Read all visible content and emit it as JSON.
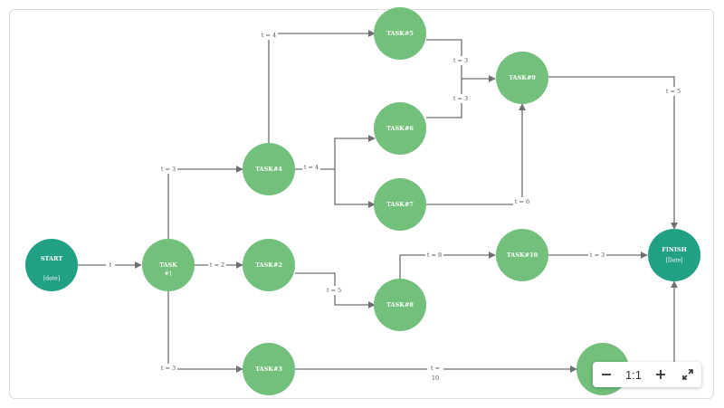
{
  "nodes": {
    "start": {
      "line1": "START",
      "line2": "[date]",
      "color": "#22a085"
    },
    "task1": {
      "line1": "TASK",
      "line2": "#1",
      "color": "#72c07b"
    },
    "task2": {
      "line1": "TASK#2",
      "color": "#72c07b"
    },
    "task3": {
      "line1": "TASK#3",
      "color": "#72c07b"
    },
    "task4": {
      "line1": "TASK#4",
      "color": "#72c07b"
    },
    "task5": {
      "line1": "TASK#5",
      "color": "#72c07b"
    },
    "task6": {
      "line1": "TASK#6",
      "color": "#72c07b"
    },
    "task7": {
      "line1": "TASK#7",
      "color": "#72c07b"
    },
    "task8": {
      "line1": "TASK#8",
      "color": "#72c07b"
    },
    "task9": {
      "line1": "TASK#9",
      "color": "#72c07b"
    },
    "task10": {
      "line1": "TASK#10",
      "color": "#72c07b"
    },
    "task11": {
      "line1": "",
      "color": "#72c07b"
    },
    "finish": {
      "line1": "FINISH",
      "line2": "[Date]",
      "color": "#22a085"
    }
  },
  "edge_labels": {
    "start_task1": "t",
    "task1_task4": "t = 3",
    "task1_task2": "t = 2",
    "task1_task3": "t = 3",
    "task4_task5": "t = 4",
    "task4_split": "t = 4",
    "task5_task9": "t = 3",
    "task6_task9": "t = 3",
    "task7_task9": "t = 6",
    "task2_task8": "t = 5",
    "task8_task10": "t = 8",
    "task10_finish": "t = 3",
    "task9_finish": "t = 5",
    "task3_task11_line1": "t =",
    "task3_task11_line2": "10"
  },
  "zoom": {
    "minus": "−",
    "level": "1:1",
    "plus": "+",
    "fit_icon": "expand-icon"
  },
  "colors": {
    "edge": "#6f6f6f",
    "start_finish": "#22a085",
    "task": "#72c07b"
  }
}
